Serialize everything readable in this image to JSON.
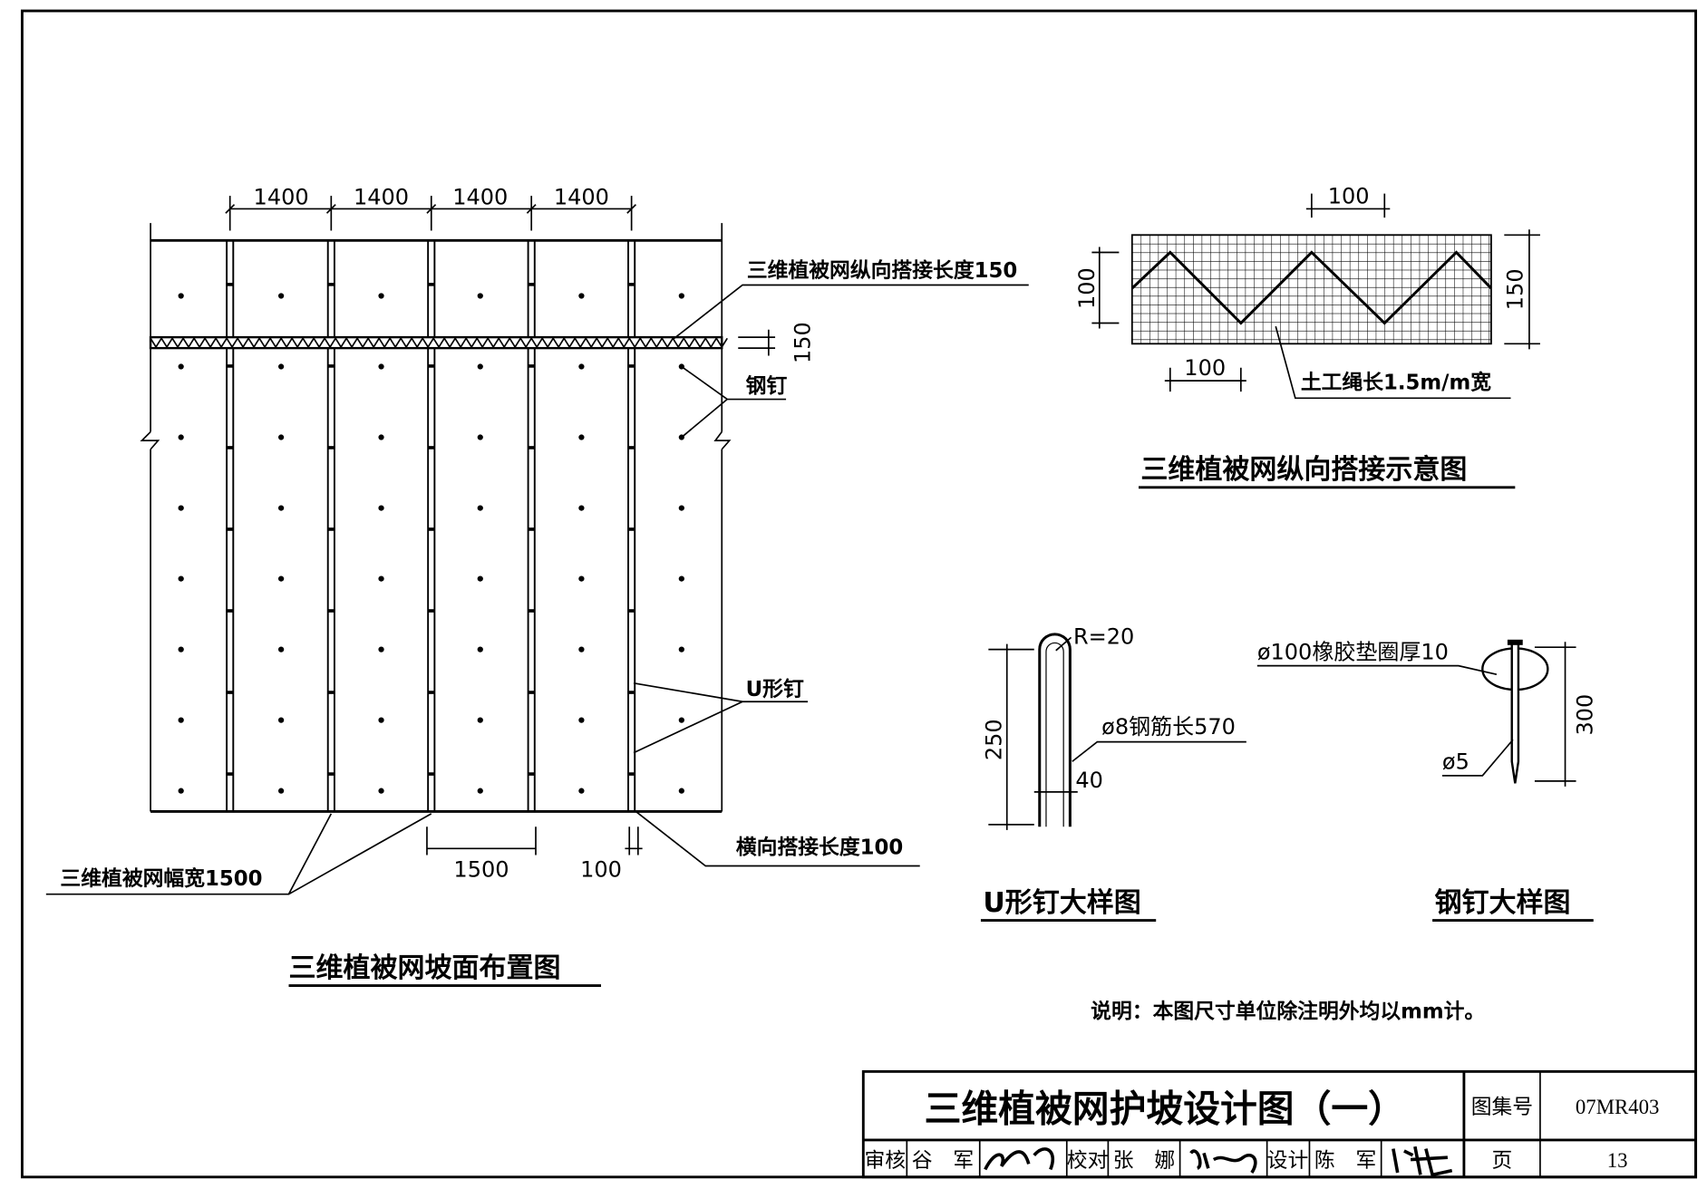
{
  "layout_plan": {
    "title": "三维植被网坡面布置图",
    "top_dims": [
      "1400",
      "1400",
      "1400",
      "1400"
    ],
    "overlap_label": "三维植被网纵向搭接长度150",
    "overlap_dim": "150",
    "steel_nail_label": "钢钉",
    "u_nail_label": "U形钉",
    "width_label": "三维植被网幅宽1500",
    "bottom_dim_width": "1500",
    "bottom_dim_overlap": "100",
    "transverse_label": "横向搭接长度100"
  },
  "overlap_detail": {
    "title": "三维植被网纵向搭接示意图",
    "top_dim": "100",
    "left_dim": "100",
    "right_dim": "150",
    "bottom_dim": "100",
    "rope_label": "土工绳长1.5m/m宽"
  },
  "u_nail_detail": {
    "title": "U形钉大样图",
    "radius": "R=20",
    "height_dim": "250",
    "rebar_label": "ø8钢筋长570",
    "width_dim": "40"
  },
  "steel_nail_detail": {
    "title": "钢钉大样图",
    "washer_label": "ø100橡胶垫圈厚10",
    "diameter": "ø5",
    "length_dim": "300"
  },
  "note": "说明：本图尺寸单位除注明外均以mm计。",
  "title_block": {
    "drawing_title": "三维植被网护坡设计图（一）",
    "atlas_label": "图集号",
    "atlas_no": "07MR403",
    "reviewer_role": "审核",
    "reviewer_name": "谷　军",
    "checker_role": "校对",
    "checker_name": "张　娜",
    "designer_role": "设计",
    "designer_name": "陈　军",
    "page_label": "页",
    "page_no": "13"
  }
}
